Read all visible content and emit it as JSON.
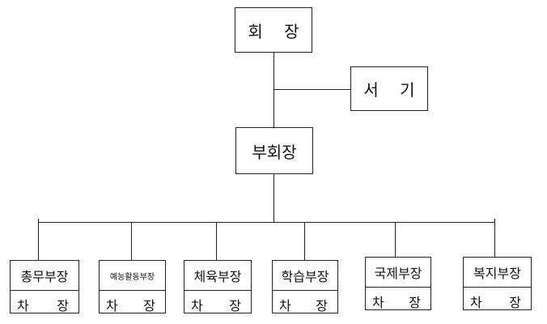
{
  "chairman": "회 장",
  "secretary": "서 기",
  "vice_chairman": "부회장",
  "departments": [
    {
      "name": "총무부장",
      "sub_left": "차",
      "sub_right": "장"
    },
    {
      "name": "예능활동부장",
      "sub_left": "차",
      "sub_right": "장"
    },
    {
      "name": "체육부장",
      "sub_left": "차",
      "sub_right": "장"
    },
    {
      "name": "학습부장",
      "sub_left": "차",
      "sub_right": "장"
    },
    {
      "name": "국제부장",
      "sub_left": "차",
      "sub_right": "장"
    },
    {
      "name": "복지부장",
      "sub_left": "차",
      "sub_right": "장"
    }
  ],
  "colors": {
    "line": "#222222",
    "background": "#ffffff",
    "text": "#111111"
  }
}
